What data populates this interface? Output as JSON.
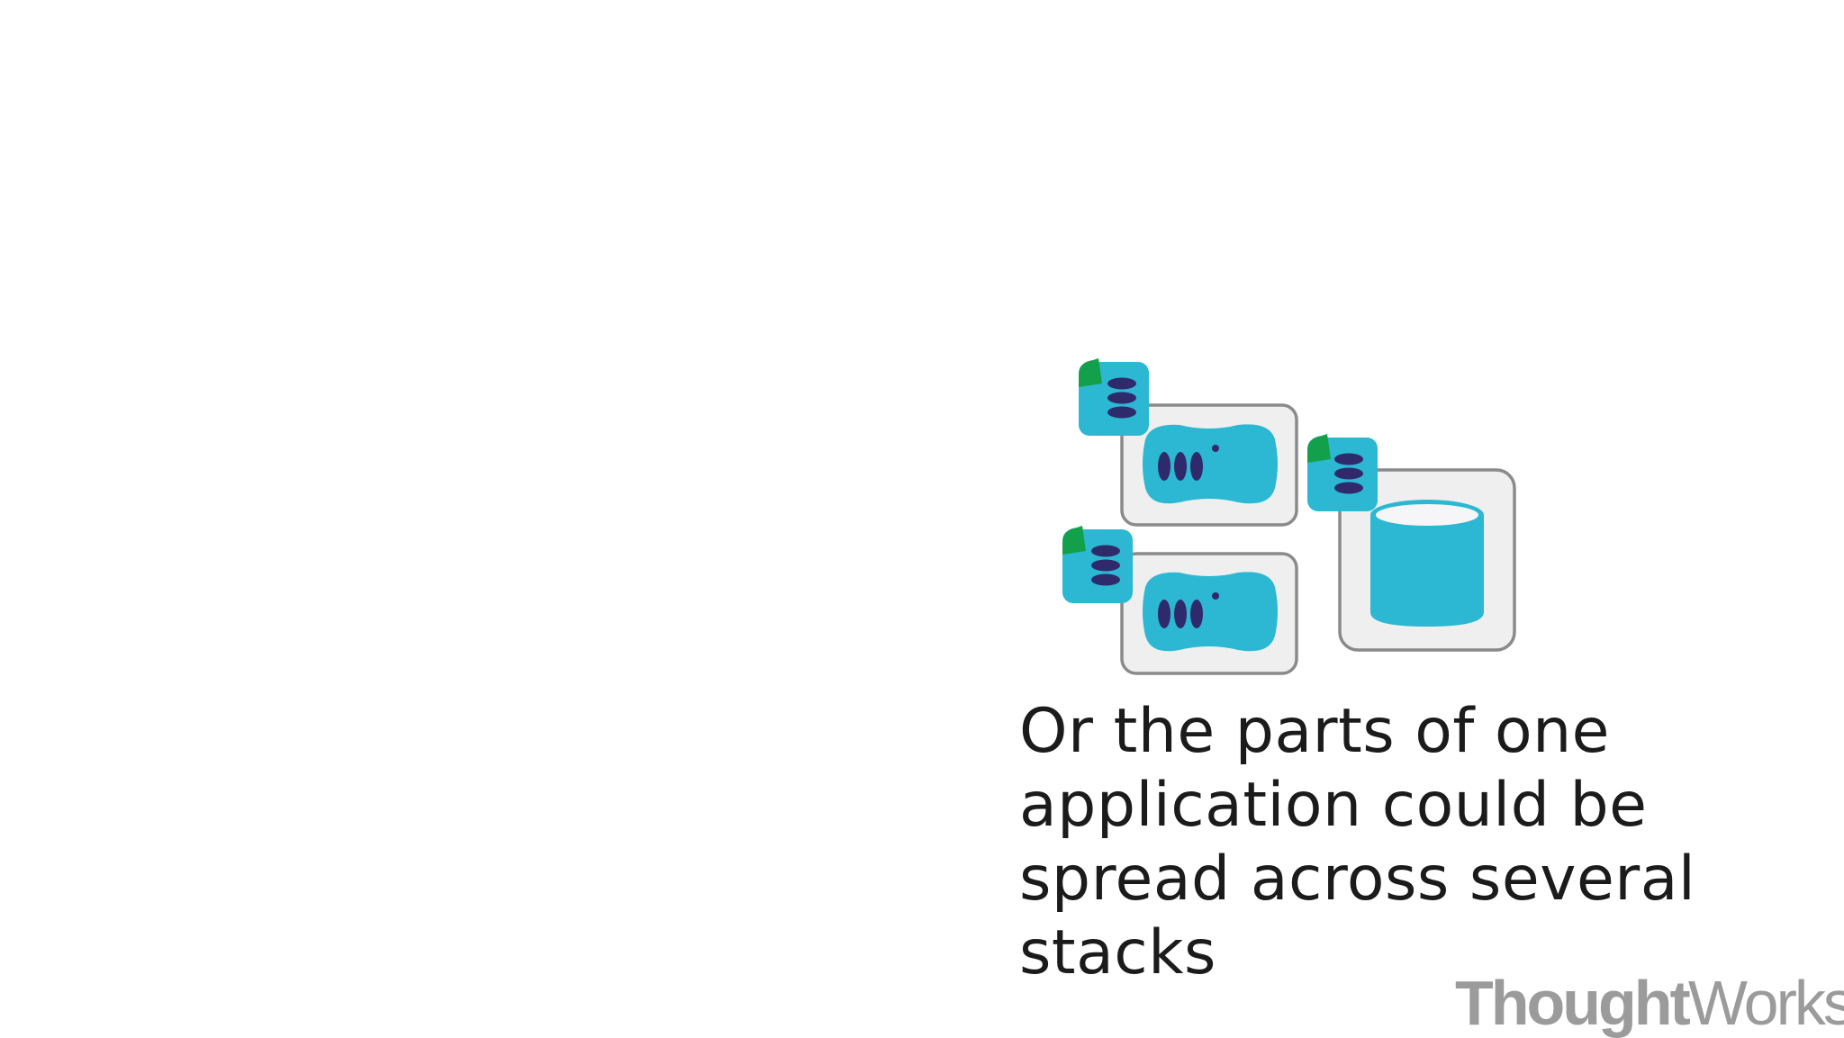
{
  "slide": {
    "caption_lines": [
      "Or the parts of one",
      "application could be",
      "spread across several",
      "stacks"
    ],
    "logo": {
      "part1": "Thought",
      "part2": "Works",
      "registered": "®"
    }
  },
  "colors": {
    "background": "#ffffff",
    "text": "#1b1b1b",
    "logo": "#9b9b9b",
    "box_fill": "#efeff0",
    "box_border": "#8a8a8c",
    "teal": "#2cb8d2",
    "navy": "#2f2a6b",
    "green": "#12a04a"
  },
  "icons": [
    "stack-icon",
    "application-icon",
    "database-icon"
  ]
}
